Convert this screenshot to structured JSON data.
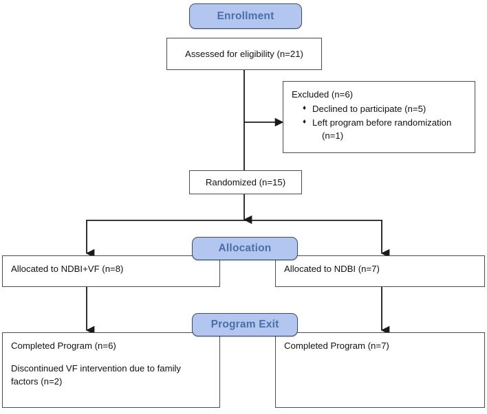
{
  "diagram": {
    "title": "CONSORT participant flow diagram",
    "colors": {
      "stage_fill": "#b2c6ef",
      "stage_text": "#4a6ea9",
      "stage_border": "#3e4b66",
      "box_border": "#4a4a4a",
      "box_text": "#111111",
      "connector": "#1a1a1a"
    }
  },
  "stages": {
    "enrollment": "Enrollment",
    "allocation": "Allocation",
    "program_exit": "Program Exit"
  },
  "nodes": {
    "assessed": "Assessed for eligibility (n=21)",
    "excluded": {
      "title": "Excluded  (n=6)",
      "bullet_glyph": "♦",
      "items": [
        {
          "text": "Declined to participate (n=5)",
          "continuation": ""
        },
        {
          "text": "Left program before randomization",
          "continuation": "(n=1)"
        }
      ]
    },
    "randomized": "Randomized (n=15)",
    "allocated_left": "Allocated to NDBI+VF (n=8)",
    "allocated_right": "Allocated to NDBI (n=7)",
    "exit_left": {
      "line1": "Completed Program (n=6)",
      "line2": "Discontinued VF intervention due to family",
      "line3": "factors (n=2)"
    },
    "exit_right": {
      "line1": "Completed Program (n=7)"
    }
  }
}
